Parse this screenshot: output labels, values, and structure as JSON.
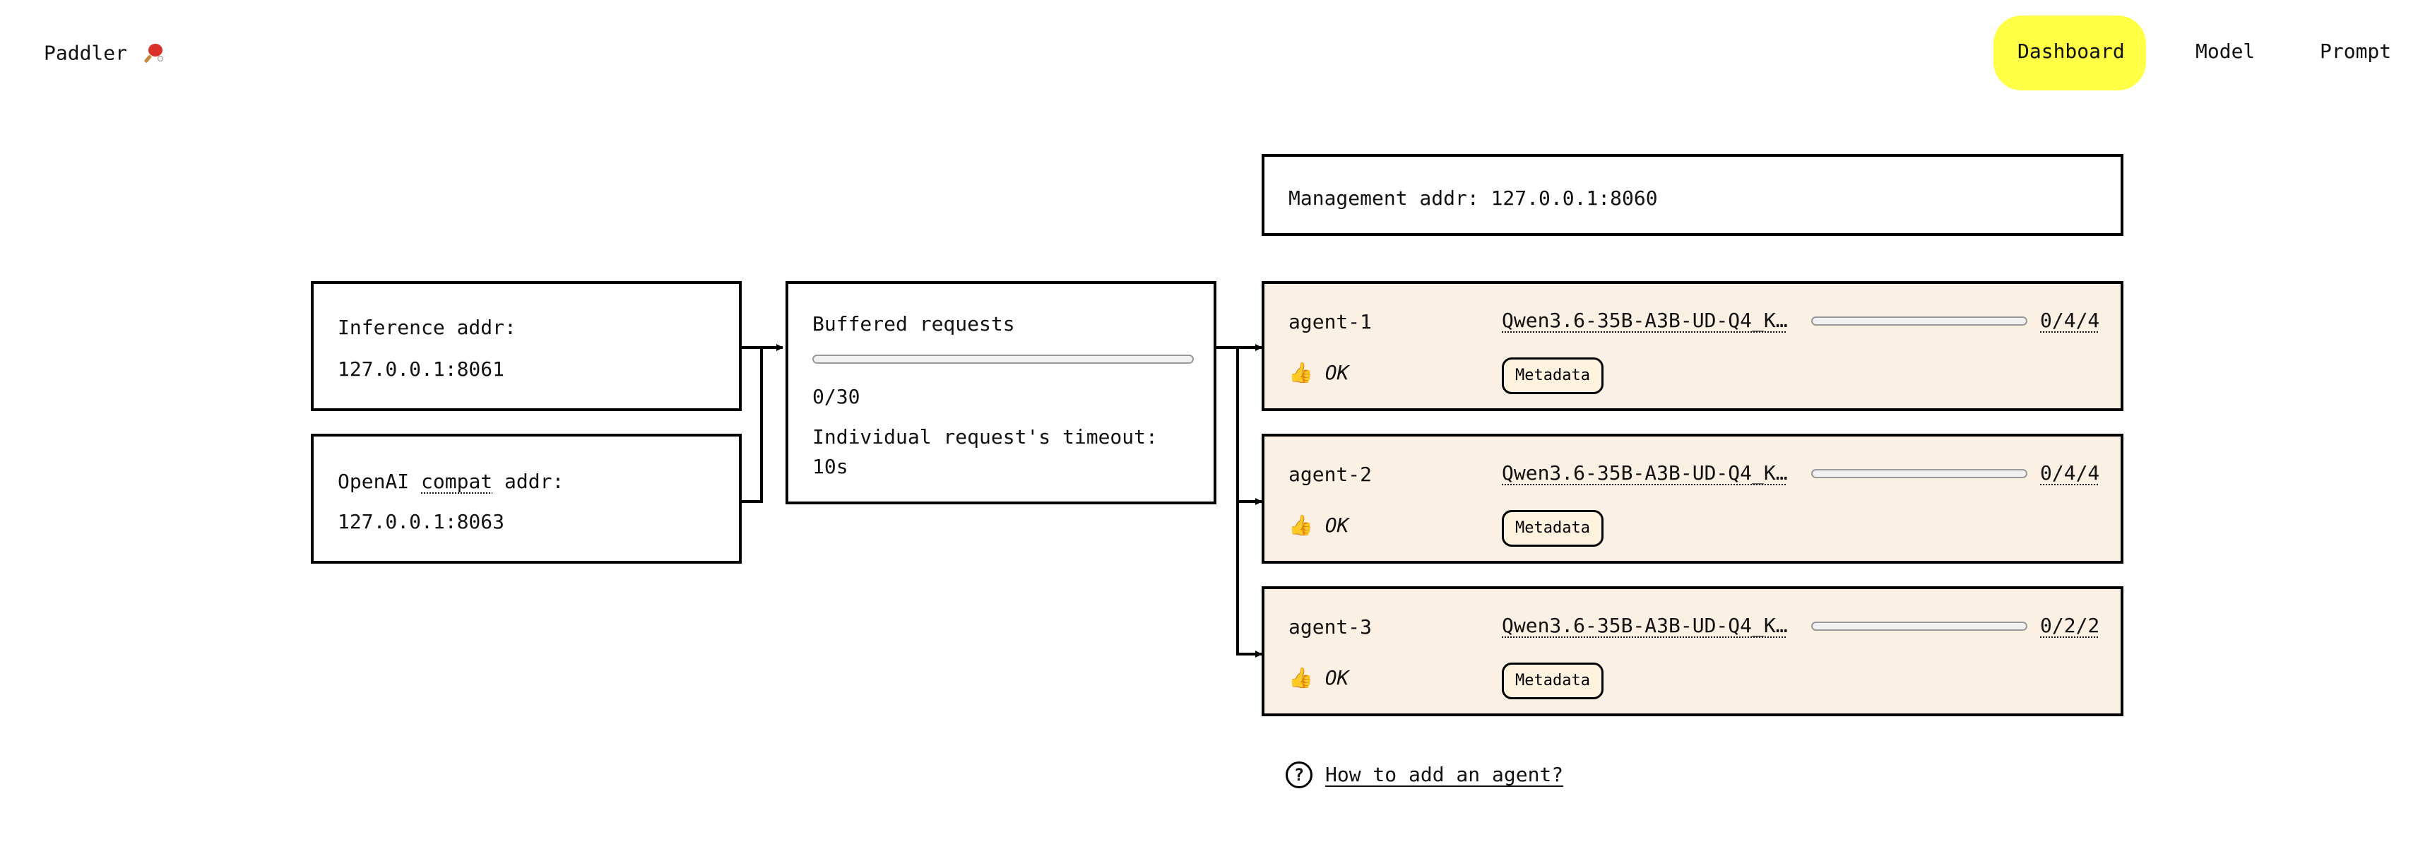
{
  "brand": {
    "name": "Paddler",
    "icon": "ping-pong-paddle-icon"
  },
  "nav": {
    "items": [
      {
        "label": "Dashboard",
        "active": true
      },
      {
        "label": "Model",
        "active": false
      },
      {
        "label": "Prompt",
        "active": false
      }
    ]
  },
  "management": {
    "label": "Management addr:",
    "value": "127.0.0.1:8060"
  },
  "inference": {
    "label": "Inference addr:",
    "value": "127.0.0.1:8061"
  },
  "openai": {
    "label_pre": "OpenAI",
    "label_compat": "compat",
    "label_post": "addr:",
    "value": "127.0.0.1:8063"
  },
  "buffered": {
    "title": "Buffered requests",
    "count": "0/30",
    "progress": 0,
    "timeout_label": "Individual request's timeout:",
    "timeout_value": "10s"
  },
  "agents": [
    {
      "name": "agent-1",
      "model": "Qwen3.6-35B-A3B-UD-Q4_K…",
      "slots": "0/4/4",
      "progress": 0,
      "status": "OK",
      "metadata_label": "Metadata"
    },
    {
      "name": "agent-2",
      "model": "Qwen3.6-35B-A3B-UD-Q4_K…",
      "slots": "0/4/4",
      "progress": 0,
      "status": "OK",
      "metadata_label": "Metadata"
    },
    {
      "name": "agent-3",
      "model": "Qwen3.6-35B-A3B-UD-Q4_K…",
      "slots": "0/2/2",
      "progress": 0,
      "status": "OK",
      "metadata_label": "Metadata"
    }
  ],
  "help": {
    "label": "How to add an agent?",
    "icon": "question-circle-icon"
  },
  "colors": {
    "nav_active": "#ffff45",
    "agent_bg": "#faf0e4",
    "status_emoji": "#e8a72c"
  }
}
